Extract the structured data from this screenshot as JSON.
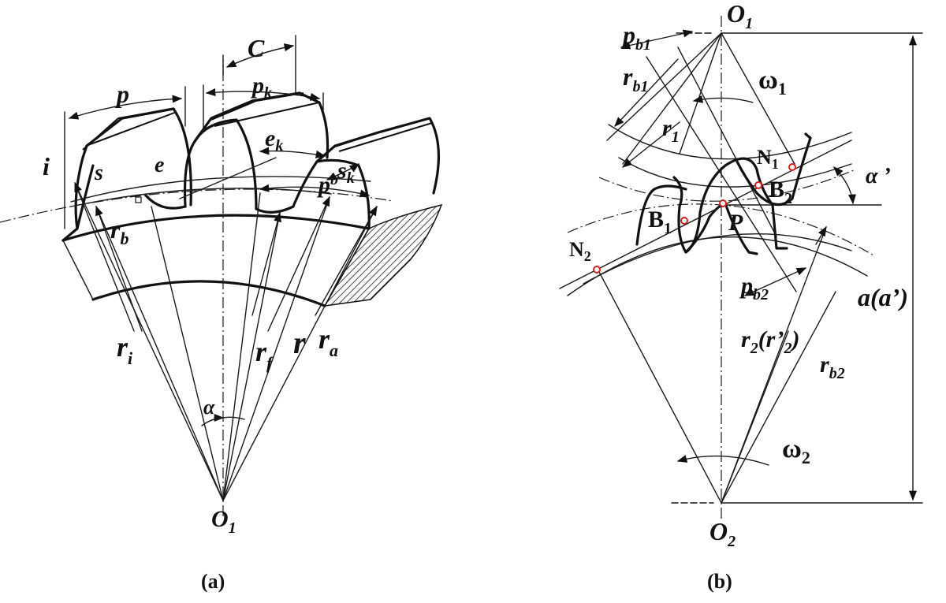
{
  "panel_a": {
    "caption": "(a)",
    "labels": {
      "p": "p",
      "C": "C",
      "pk": "p",
      "pk_sub": "k",
      "ek": "e",
      "ek_sub": "k",
      "i": "i",
      "s": "s",
      "e": "e",
      "sk": "s",
      "sk_sub": "k",
      "pb": "p",
      "pb_sub": "b",
      "rb": "r",
      "rb_sub": "b",
      "ri": "r",
      "ri_sub": "i",
      "rf": "r",
      "rf_sub": "f",
      "r": "r",
      "ra": "r",
      "ra_sub": "a",
      "alpha": "α",
      "O1": "O",
      "O1_sub": "1"
    }
  },
  "panel_b": {
    "caption": "(b)",
    "labels": {
      "O1": "O",
      "O1_sub": "1",
      "pb1": "p",
      "pb1_sub": "b1",
      "rb1": "r",
      "rb1_sub": "b1",
      "omega1": "ω",
      "omega1_sub": "1",
      "r1": "r",
      "r1_sub": "1",
      "N1": "N",
      "N1_sub": "1",
      "alpha_p": "α ’",
      "B2": "B",
      "B2_sub": "2",
      "B1": "B",
      "B1_sub": "1",
      "P": "P",
      "N2": "N",
      "N2_sub": "2",
      "pb2": "p",
      "pb2_sub": "b2",
      "a": "a(a’)",
      "r2": "r",
      "r2_sub": "2",
      "r2_paren": "(r’",
      "r2_paren_sub": "2",
      "r2_close": ")",
      "rb2": "r",
      "rb2_sub": "b2",
      "omega2": "ω",
      "omega2_sub": "2",
      "O2": "O",
      "O2_sub": "2"
    }
  }
}
